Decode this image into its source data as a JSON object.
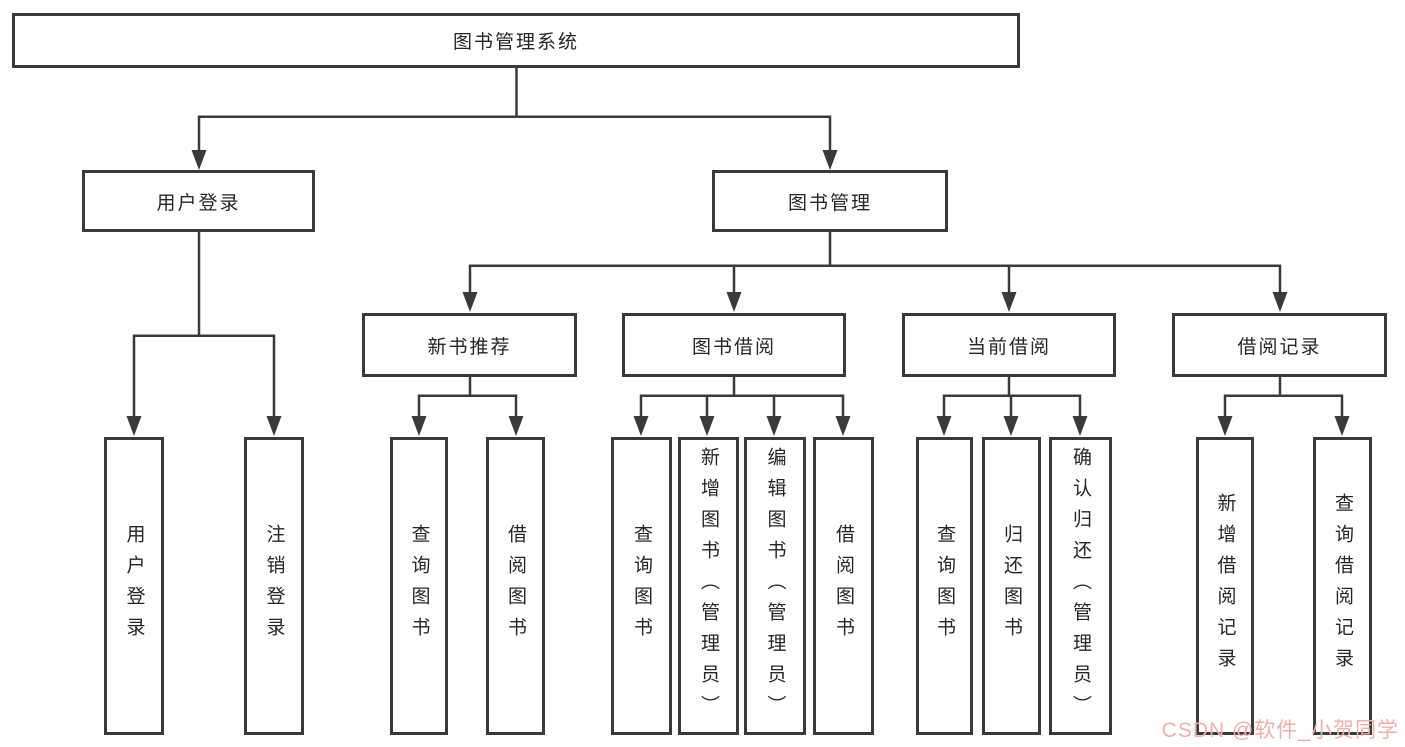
{
  "diagram": {
    "root": {
      "label": "图书管理系统"
    },
    "branches": [
      {
        "label": "用户登录"
      },
      {
        "label": "图书管理"
      }
    ],
    "modules": [
      {
        "label": "新书推荐"
      },
      {
        "label": "图书借阅"
      },
      {
        "label": "当前借阅"
      },
      {
        "label": "借阅记录"
      }
    ],
    "leaves": [
      {
        "label": "用户登录",
        "parent": "用户登录"
      },
      {
        "label": "注销登录",
        "parent": "用户登录"
      },
      {
        "label": "查询图书",
        "parent": "新书推荐"
      },
      {
        "label": "借阅图书",
        "parent": "新书推荐"
      },
      {
        "label": "查询图书",
        "parent": "图书借阅"
      },
      {
        "label": "新增图书（管理员）",
        "parent": "图书借阅"
      },
      {
        "label": "编辑图书（管理员）",
        "parent": "图书借阅"
      },
      {
        "label": "借阅图书",
        "parent": "图书借阅"
      },
      {
        "label": "查询图书",
        "parent": "当前借阅"
      },
      {
        "label": "归还图书",
        "parent": "当前借阅"
      },
      {
        "label": "确认归还（管理员）",
        "parent": "当前借阅"
      },
      {
        "label": "新增借阅记录",
        "parent": "借阅记录"
      },
      {
        "label": "查询借阅记录",
        "parent": "借阅记录"
      }
    ]
  },
  "watermark": {
    "text": "CSDN @软件_小贺同学",
    "color": "#f2afa9"
  },
  "colors": {
    "line": "#3a3a3a",
    "box_border": "#3a3a3a",
    "text": "#262626",
    "background": "#ffffff"
  }
}
